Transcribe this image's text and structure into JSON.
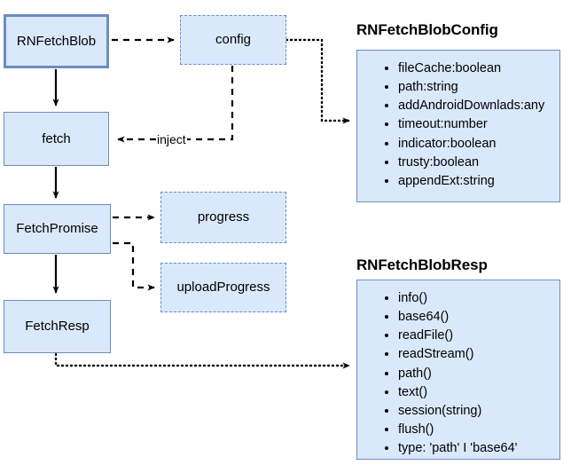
{
  "diagram": {
    "title": "RNFetchBlob architecture flow",
    "colors": {
      "node_fill": "#dae8fc",
      "node_border": "#6c8ebf",
      "edge": "#000000",
      "background": "#ffffff"
    },
    "nodes": [
      {
        "id": "rnfetchblob",
        "label": "RNFetchBlob",
        "style": "solid-emphasis"
      },
      {
        "id": "fetch",
        "label": "fetch",
        "style": "solid"
      },
      {
        "id": "fetchpromise",
        "label": "FetchPromise",
        "style": "solid"
      },
      {
        "id": "fetchresp",
        "label": "FetchResp",
        "style": "solid"
      },
      {
        "id": "config",
        "label": "config",
        "style": "dashed"
      },
      {
        "id": "progress",
        "label": "progress",
        "style": "dashed"
      },
      {
        "id": "uploadprogress",
        "label": "uploadProgress",
        "style": "dashed"
      }
    ],
    "edge_labels": {
      "inject": "inject"
    },
    "panels": [
      {
        "id": "config-panel",
        "title": "RNFetchBlobConfig",
        "items": [
          "fileCache:boolean",
          "path:string",
          "addAndroidDownlads:any",
          "timeout:number",
          "indicator:boolean",
          "trusty:boolean",
          "appendExt:string"
        ]
      },
      {
        "id": "resp-panel",
        "title": "RNFetchBlobResp",
        "items": [
          "info()",
          "base64()",
          "readFile()",
          "readStream()",
          "path()",
          "text()",
          "session(string)",
          "flush()",
          "type: 'path' I 'base64'"
        ]
      }
    ]
  }
}
